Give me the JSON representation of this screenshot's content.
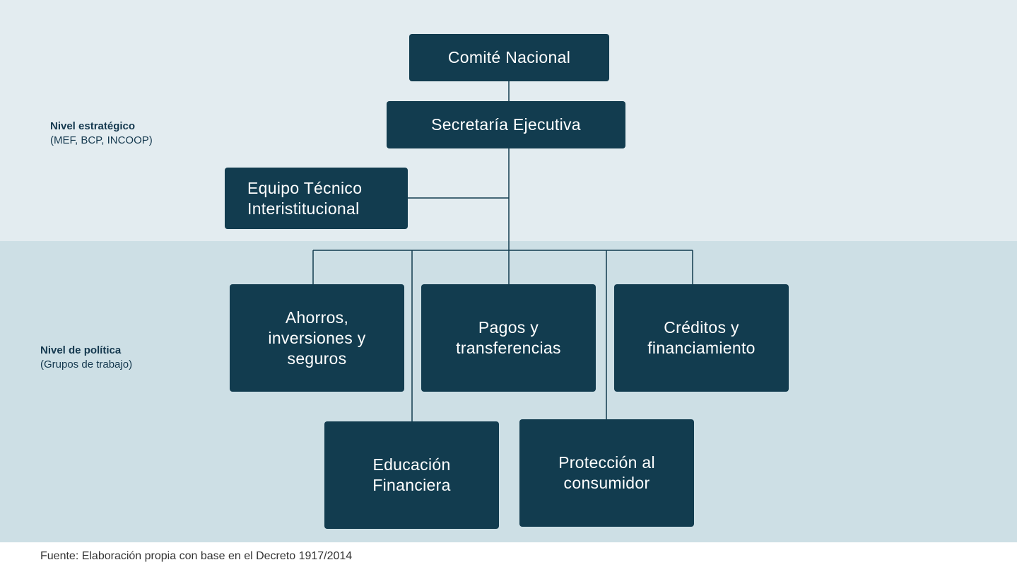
{
  "levels": {
    "strategic": {
      "title": "Nivel estratégico",
      "subtitle": "(MEF, BCP, INCOOP)"
    },
    "policy": {
      "title": "Nivel de política",
      "subtitle": "(Grupos de trabajo)"
    }
  },
  "nodes": {
    "comite": "Comité Nacional",
    "secretaria": "Secretaría Ejecutiva",
    "equipo": "Equipo Técnico\nInteristitucional",
    "ahorros": "Ahorros,\ninversiones y\nseguros",
    "pagos": "Pagos y\ntransferencias",
    "creditos": "Créditos y\nfinanciamiento",
    "educacion": "Educación\nFinanciera",
    "proteccion": "Protección al\nconsumidor"
  },
  "source": "Fuente:  Elaboración propia con base en el Decreto 1917/2014",
  "colors": {
    "node_fill": "#123c4f",
    "node_text": "#ffffff",
    "band_top": "#e3ecf0",
    "band_bottom": "#cddfe5",
    "connector": "#123c4f"
  }
}
